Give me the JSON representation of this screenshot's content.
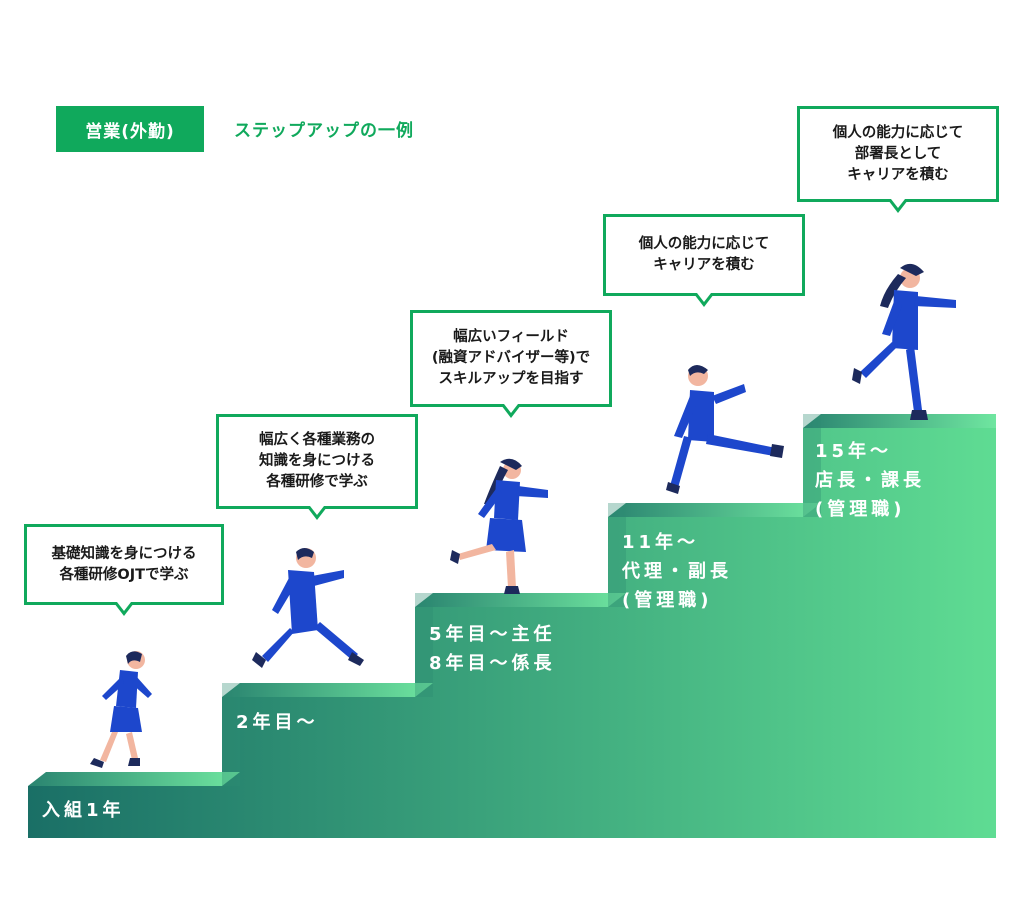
{
  "header": {
    "badge": "営業(外勤)",
    "subtitle": "ステップアップの一例"
  },
  "steps": [
    {
      "label": "入組1年"
    },
    {
      "label": "2年目〜"
    },
    {
      "label": "5年目〜主任\n8年目〜係長"
    },
    {
      "label": "11年〜\n代理・副長\n(管理職)"
    },
    {
      "label": "15年〜\n店長・課長\n(管理職)"
    }
  ],
  "bubbles": [
    {
      "text": "基礎知識を身につける\n各種研修OJTで学ぶ"
    },
    {
      "text": "幅広く各種業務の\n知識を身につける\n各種研修で学ぶ"
    },
    {
      "text": "幅広いフィールド\n(融資アドバイザー等)で\nスキルアップを目指す"
    },
    {
      "text": "個人の能力に応じて\nキャリアを積む"
    },
    {
      "text": "個人の能力に応じて\n部署長として\nキャリアを積む"
    }
  ],
  "colors": {
    "brand_green": "#10a95c",
    "stair_dark": "#1a6f66",
    "stair_light": "#5fdc93",
    "suit_blue": "#1d47cc"
  }
}
